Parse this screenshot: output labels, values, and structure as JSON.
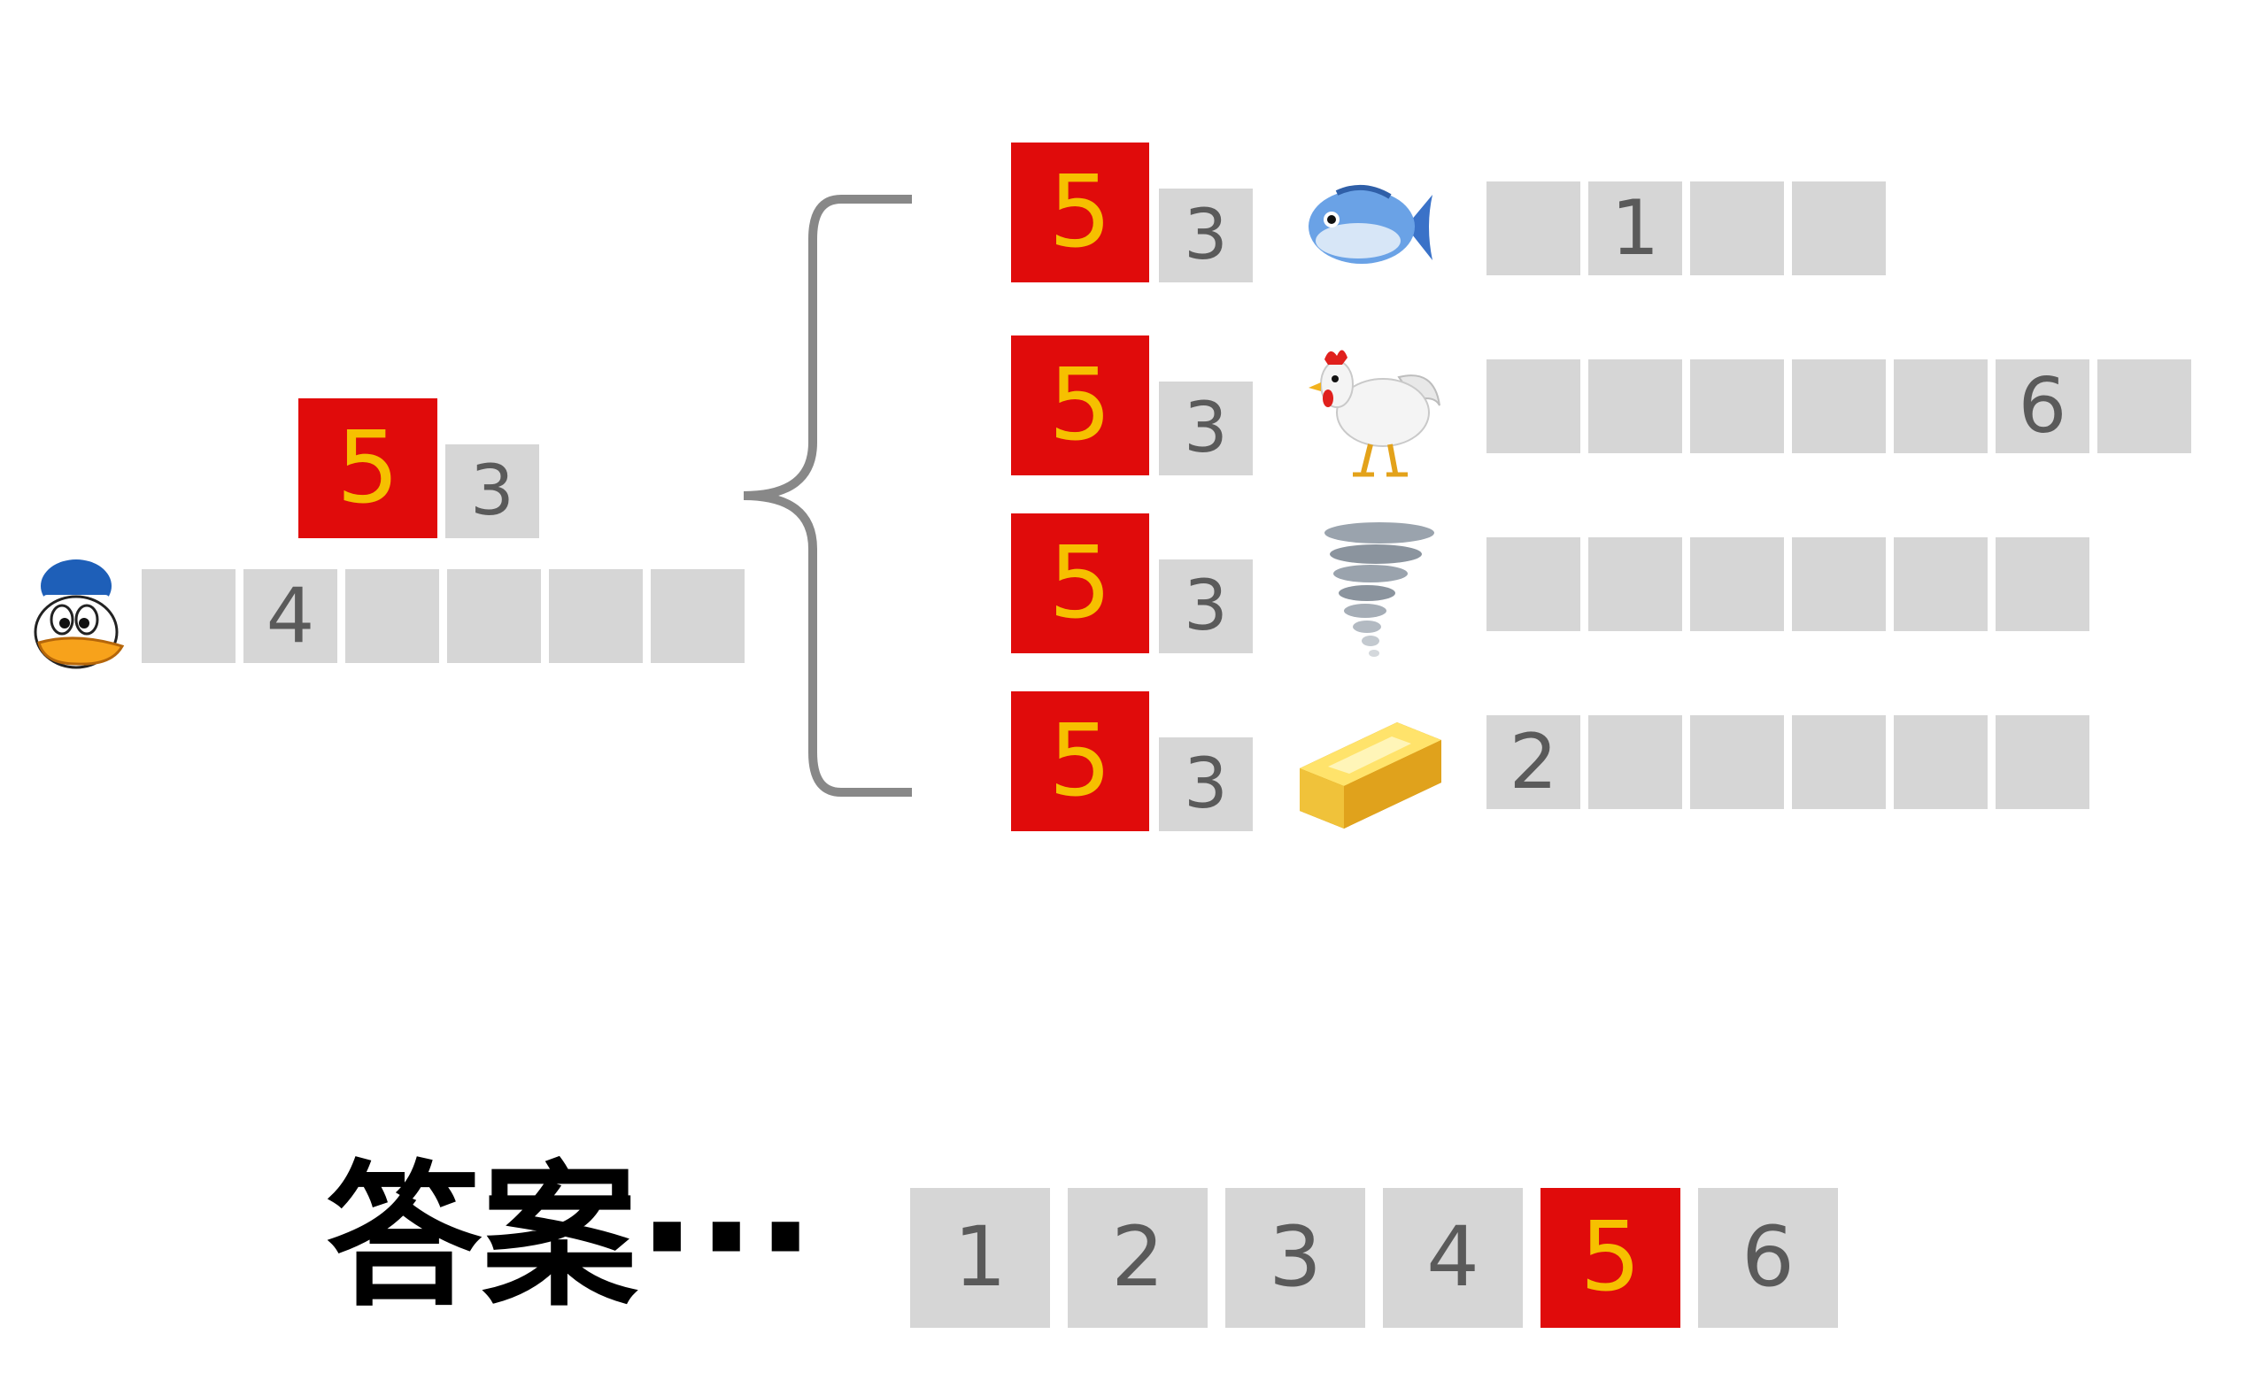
{
  "left": {
    "pair": {
      "red": "5",
      "gray": "3"
    },
    "icon": "donald-duck-icon",
    "cells": [
      "",
      "4",
      "",
      "",
      "",
      ""
    ]
  },
  "branches": [
    {
      "red": "5",
      "gray": "3",
      "icon": "fish-icon",
      "cells": [
        "",
        "1",
        "",
        ""
      ]
    },
    {
      "red": "5",
      "gray": "3",
      "icon": "rooster-icon",
      "cells": [
        "",
        "",
        "",
        "",
        "",
        "6",
        ""
      ]
    },
    {
      "red": "5",
      "gray": "3",
      "icon": "tornado-icon",
      "cells": [
        "",
        "",
        "",
        "",
        "",
        "",
        ""
      ]
    },
    {
      "red": "5",
      "gray": "3",
      "icon": "gold-ingot-icon",
      "cells": [
        "2",
        "",
        "",
        "",
        "",
        "",
        ""
      ]
    }
  ],
  "answer": {
    "label": "答案···",
    "cells": [
      "1",
      "2",
      "3",
      "4",
      "5",
      "6"
    ],
    "highlight_index": 4
  },
  "colors": {
    "red": "#e00b0b",
    "yellow": "#f6c000",
    "gray": "#d6d6d6",
    "digit": "#5a5a5a"
  }
}
